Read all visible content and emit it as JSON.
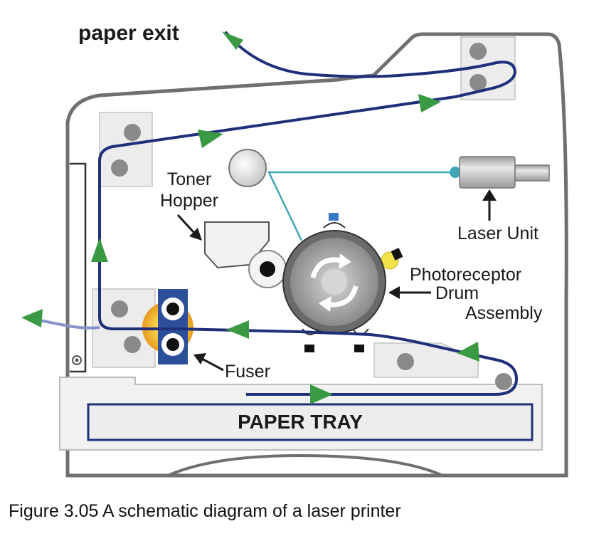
{
  "labels": {
    "paper_exit": "paper exit",
    "toner_line1": "Toner",
    "toner_line2": "Hopper",
    "laser_unit": "Laser Unit",
    "drum_line1": "Photoreceptor",
    "drum_line2": "Drum",
    "drum_line3": "Assembly",
    "fuser": "Fuser",
    "paper_tray": "PAPER TRAY"
  },
  "caption": "Figure 3.05 A schematic diagram of a laser printer",
  "colors": {
    "paper_path": "#1f2f7a",
    "arrow": "#3a9a44",
    "laser_beam": "#3fa6b6",
    "housing": "#6f6f6f",
    "housing_fill": "#f2f2f2",
    "drum": "#8c8c8c",
    "fuser_glow": "#f2c033",
    "fuser_block": "#2c4f9a",
    "clip": "#3a78c8",
    "lamp": "#f3e24a"
  }
}
